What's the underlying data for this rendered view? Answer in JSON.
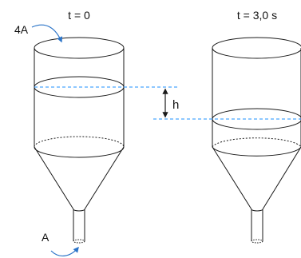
{
  "labels": {
    "time_left": "t = 0",
    "time_right": "t = 3,0 s",
    "area_top": "4A",
    "area_outlet": "A",
    "height_diff": "h"
  },
  "colors": {
    "outline": "#1a1a1a",
    "dashed_line": "#1e90ff",
    "arrow": "#2a73c8",
    "text": "#111111"
  }
}
